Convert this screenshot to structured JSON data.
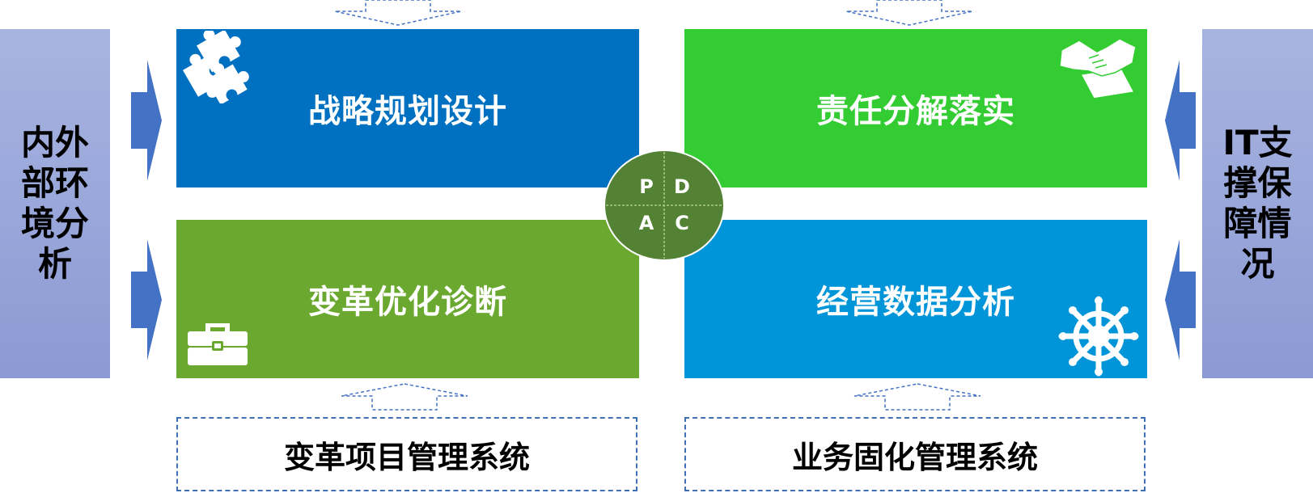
{
  "left_panel": {
    "label": "内外部环境分析"
  },
  "right_panel": {
    "label": "IT支撑保障情况"
  },
  "boxes": {
    "top_left": {
      "title": "战略规划设计",
      "icon": "puzzle-icon",
      "color": "#0070c0"
    },
    "top_right": {
      "title": "责任分解落实",
      "icon": "handshake-icon",
      "color": "#33cc33"
    },
    "bottom_left": {
      "title": "变革优化诊断",
      "icon": "toolbox-icon",
      "color": "#6aa82f"
    },
    "bottom_right": {
      "title": "经营数据分析",
      "icon": "ship-wheel-icon",
      "color": "#0095d9"
    }
  },
  "pdca": {
    "p": "P",
    "d": "D",
    "a": "A",
    "c": "C",
    "color": "#548235"
  },
  "systems": {
    "left": {
      "title": "变革项目管理系统"
    },
    "right": {
      "title": "业务固化管理系统"
    }
  },
  "colors": {
    "side_panel": "#98a6da",
    "arrow_fill": "#4472c4",
    "dashed_border": "#3f6fb5"
  }
}
